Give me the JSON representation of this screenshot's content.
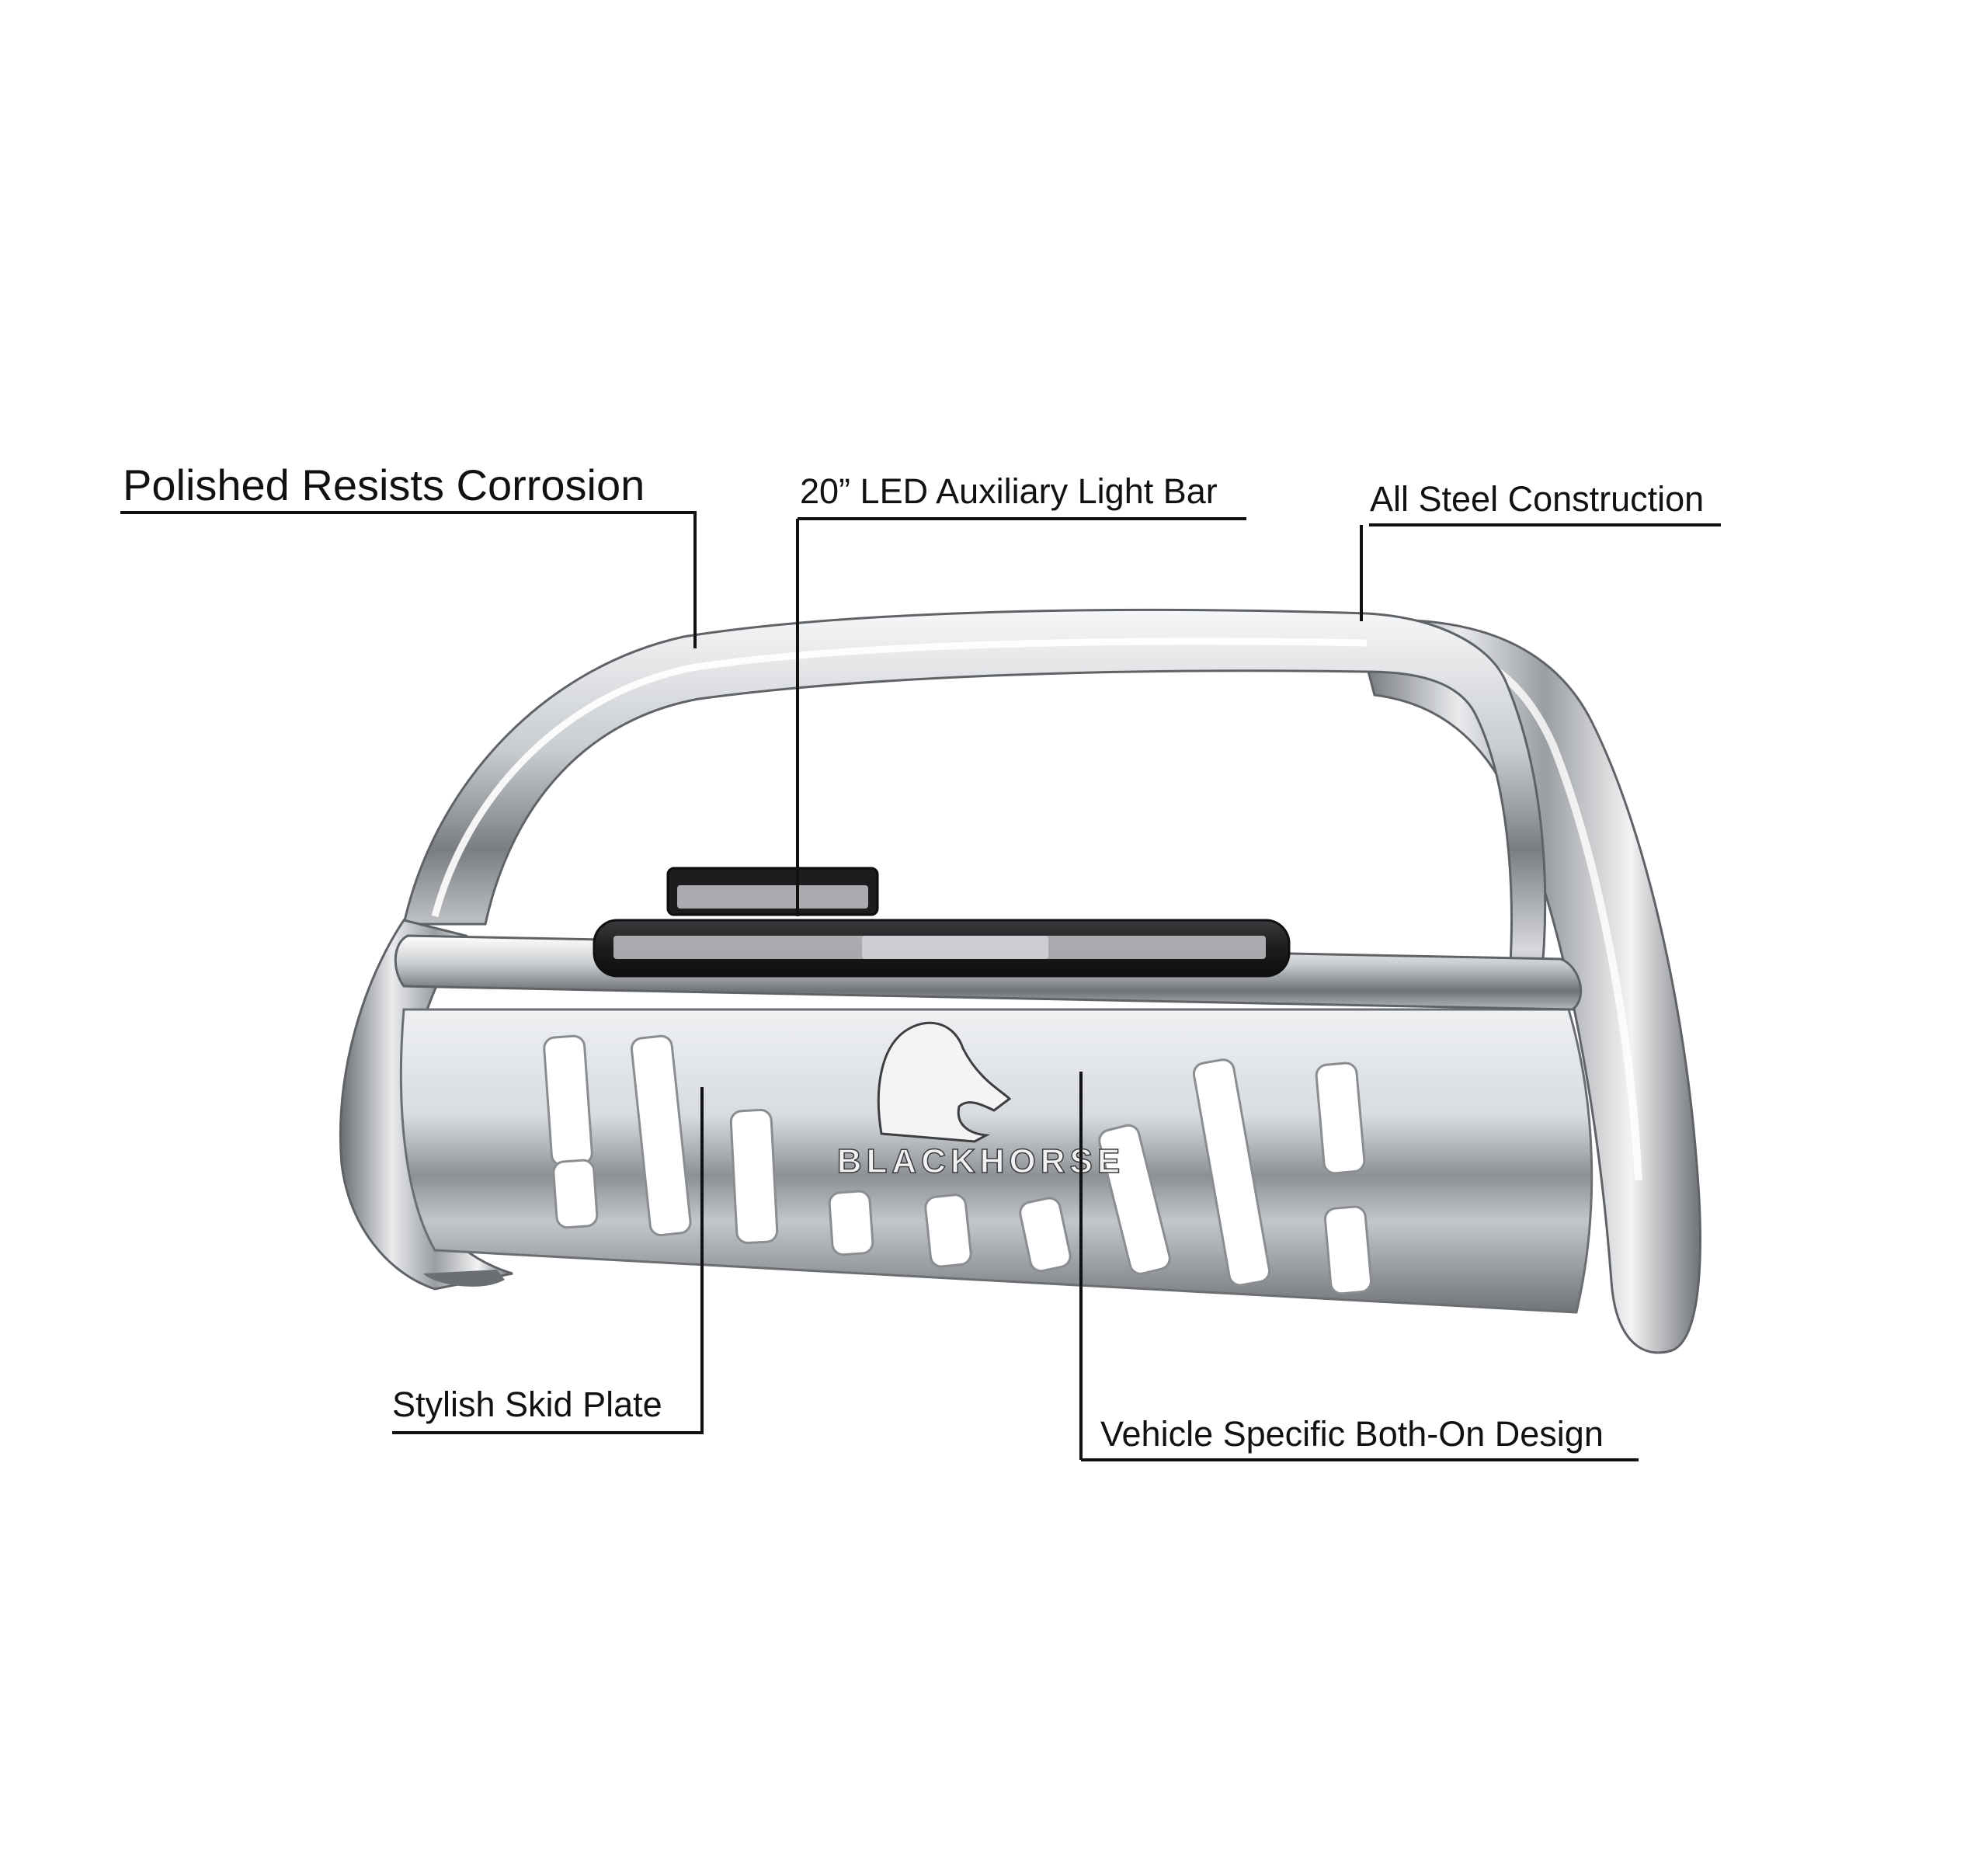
{
  "callouts": {
    "polished": "Polished Resists Corrosion",
    "led_bar": "20” LED Auxiliary Light Bar",
    "steel": "All Steel Construction",
    "skid_plate": "Stylish Skid Plate",
    "bolt_on": "Vehicle Specific Both-On Design"
  },
  "product": {
    "brand_mark": "BLACKHORSE"
  },
  "colors": {
    "label_text": "#111111",
    "leader_line": "#111111",
    "chrome_highlight": "#ffffff",
    "chrome_mid": "#b9bcc0",
    "chrome_dark": "#55585c",
    "led_housing": "#1c1c1e"
  }
}
